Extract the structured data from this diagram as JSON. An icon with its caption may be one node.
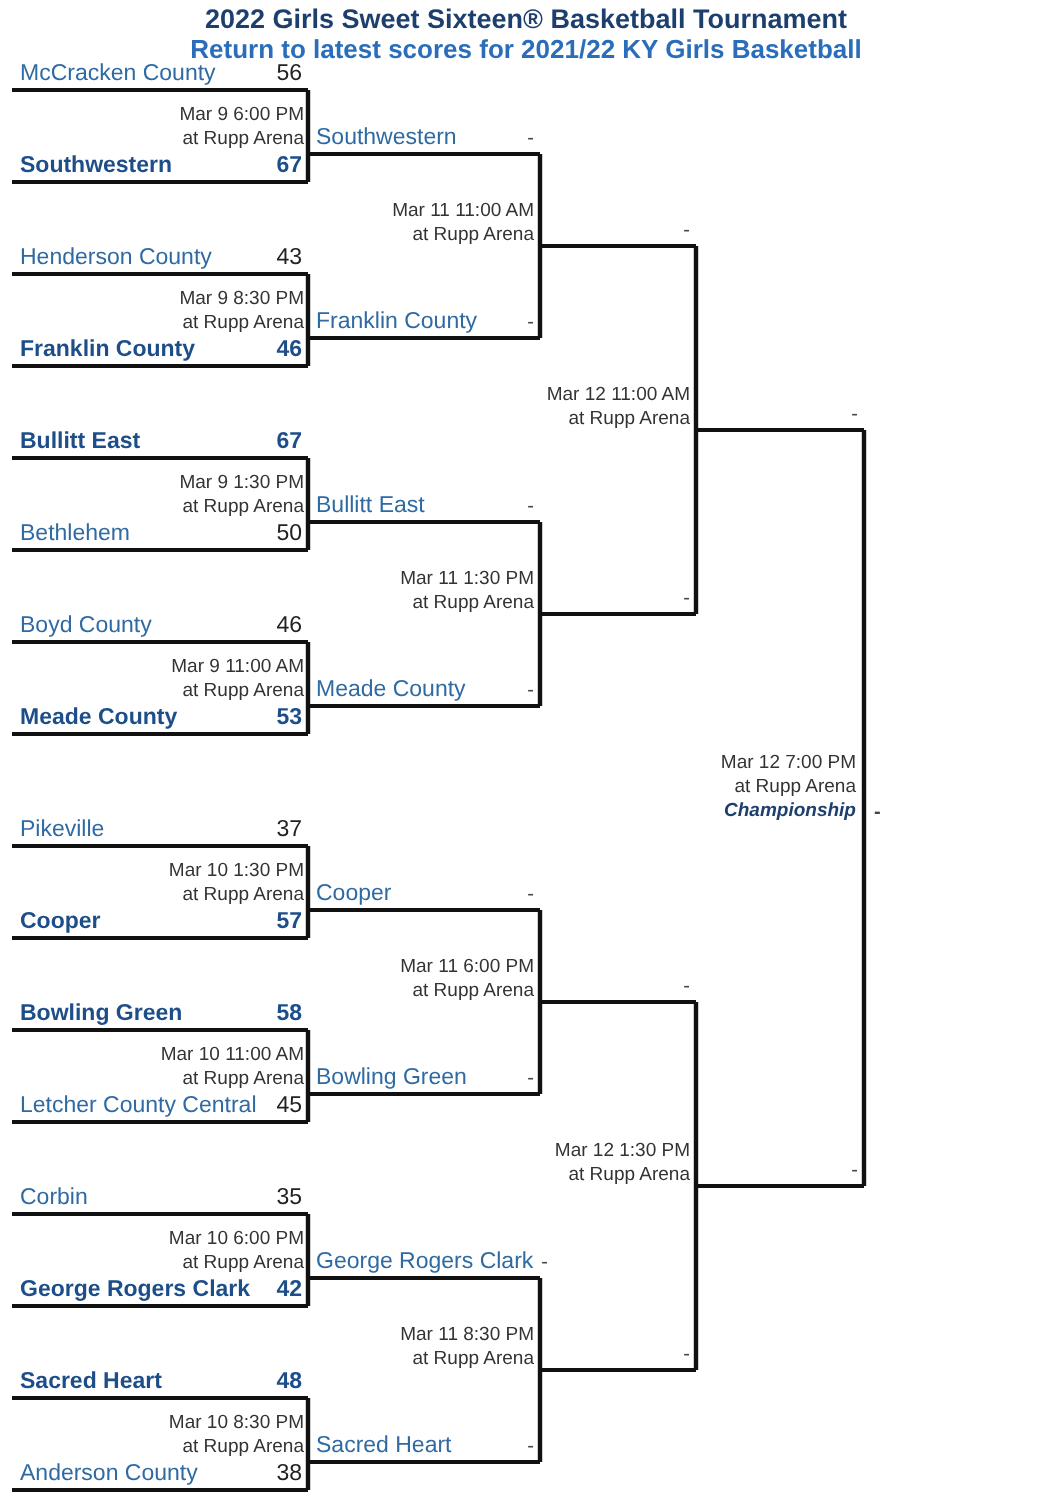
{
  "diagram": {
    "title": "2022 Girls Sweet Sixteen® Basketball Tournament",
    "nodes": [
      {
        "text": [
          "McCracken County",
          "56"
        ]
      },
      {
        "text": [
          "Southwestern",
          "67"
        ]
      },
      {
        "text": [
          "Henderson County",
          "43"
        ]
      },
      {
        "text": [
          "Franklin County",
          "46"
        ]
      },
      {
        "text": [
          "Bullitt East",
          "67"
        ]
      },
      {
        "text": [
          "Bethlehem",
          "50"
        ]
      },
      {
        "text": [
          "Boyd County",
          "46"
        ]
      },
      {
        "text": [
          "Meade County",
          "53"
        ]
      },
      {
        "text": [
          "Pikeville",
          "37"
        ]
      },
      {
        "text": [
          "Cooper",
          "57"
        ]
      },
      {
        "text": [
          "Bowling Green",
          "58"
        ]
      },
      {
        "text": [
          "Letcher County Central",
          "45"
        ]
      },
      {
        "text": [
          "Corbin",
          "35"
        ]
      },
      {
        "text": [
          "George Rogers Clark",
          "42"
        ]
      },
      {
        "text": [
          "Sacred Heart",
          "48"
        ]
      },
      {
        "text": [
          "Anderson County",
          "38"
        ]
      },
      {
        "text": [
          "Southwestern",
          "-"
        ]
      },
      {
        "text": [
          "Franklin County",
          "-"
        ]
      },
      {
        "text": [
          "Bullitt East",
          "-"
        ]
      },
      {
        "text": [
          "Meade County",
          "-"
        ]
      },
      {
        "text": [
          "Cooper",
          "-"
        ]
      },
      {
        "text": [
          "Bowling Green",
          "-"
        ]
      },
      {
        "text": [
          "George Rogers Clark",
          "-"
        ]
      },
      {
        "text": [
          "Sacred Heart",
          "-"
        ]
      },
      {
        "text": [
          "-"
        ]
      },
      {
        "text": [
          "-"
        ]
      },
      {
        "text": [
          "-"
        ]
      },
      {
        "text": [
          "-"
        ]
      },
      {
        "text": [
          "-"
        ]
      },
      {
        "text": [
          "-"
        ]
      },
      {
        "text": [
          "-"
        ]
      }
    ],
    "edges": [
      {
        "from": 0,
        "to": 16,
        "arrow": "none"
      },
      {
        "from": 1,
        "to": 16,
        "arrow": "none"
      },
      {
        "from": 2,
        "to": 17,
        "arrow": "none"
      },
      {
        "from": 3,
        "to": 17,
        "arrow": "none"
      },
      {
        "from": 4,
        "to": 18,
        "arrow": "none"
      },
      {
        "from": 5,
        "to": 18,
        "arrow": "none"
      },
      {
        "from": 6,
        "to": 19,
        "arrow": "none"
      },
      {
        "from": 7,
        "to": 19,
        "arrow": "none"
      },
      {
        "from": 8,
        "to": 20,
        "arrow": "none"
      },
      {
        "from": 9,
        "to": 20,
        "arrow": "none"
      },
      {
        "from": 10,
        "to": 21,
        "arrow": "none"
      },
      {
        "from": 11,
        "to": 21,
        "arrow": "none"
      },
      {
        "from": 12,
        "to": 22,
        "arrow": "none"
      },
      {
        "from": 13,
        "to": 22,
        "arrow": "none"
      },
      {
        "from": 14,
        "to": 23,
        "arrow": "none"
      },
      {
        "from": 15,
        "to": 23,
        "arrow": "none"
      },
      {
        "from": 16,
        "to": 24,
        "arrow": "none"
      },
      {
        "from": 17,
        "to": 24,
        "arrow": "none"
      },
      {
        "from": 18,
        "to": 25,
        "arrow": "none"
      },
      {
        "from": 19,
        "to": 25,
        "arrow": "none"
      },
      {
        "from": 20,
        "to": 26,
        "arrow": "none"
      },
      {
        "from": 21,
        "to": 26,
        "arrow": "none"
      },
      {
        "from": 22,
        "to": 27,
        "arrow": "none"
      },
      {
        "from": 23,
        "to": 27,
        "arrow": "none"
      },
      {
        "from": 24,
        "to": 28,
        "arrow": "none"
      },
      {
        "from": 25,
        "to": 28,
        "arrow": "none"
      },
      {
        "from": 26,
        "to": 29,
        "arrow": "none"
      },
      {
        "from": 27,
        "to": 29,
        "arrow": "none"
      },
      {
        "from": 28,
        "to": 30,
        "arrow": "none"
      },
      {
        "from": 29,
        "to": 30,
        "arrow": "none"
      }
    ],
    "labels": [
      "Return to latest scores for 2021/22 KY Girls Basketball",
      "Mar 9 6:00 PM",
      "at Rupp Arena",
      "Mar 9 8:30 PM",
      "at Rupp Arena",
      "Mar 9 1:30 PM",
      "at Rupp Arena",
      "Mar 9 11:00 AM",
      "at Rupp Arena",
      "Mar 10 1:30 PM",
      "at Rupp Arena",
      "Mar 10 11:00 AM",
      "at Rupp Arena",
      "Mar 10 6:00 PM",
      "at Rupp Arena",
      "Mar 10 8:30 PM",
      "at Rupp Arena",
      "Mar 11 11:00 AM",
      "at Rupp Arena",
      "Mar 11 1:30 PM",
      "at Rupp Arena",
      "Mar 11 6:00 PM",
      "at Rupp Arena",
      "Mar 11 8:30 PM",
      "at Rupp Arena",
      "Mar 12 11:00 AM",
      "at Rupp Arena",
      "Mar 12 1:30 PM",
      "at Rupp Arena",
      "Mar 12 7:00 PM",
      "at Rupp Arena",
      "Championship"
    ]
  }
}
